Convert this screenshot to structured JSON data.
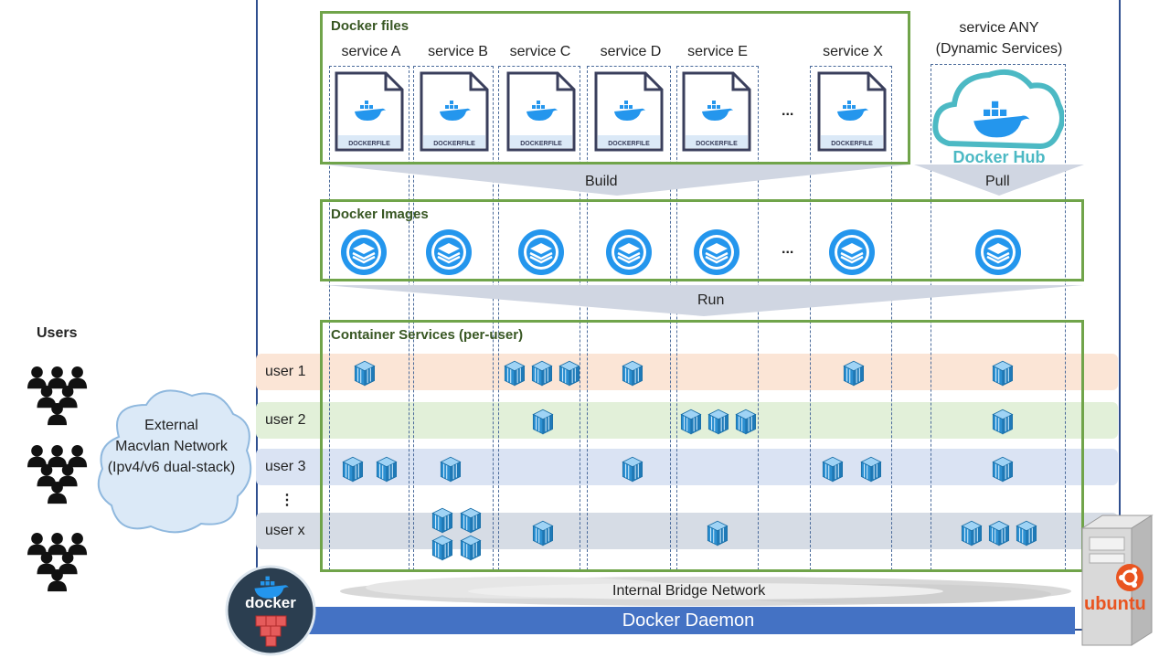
{
  "users": {
    "title": "Users"
  },
  "external_network": {
    "line1": "External",
    "line2": "Macvlan Network",
    "line3": "(Ipv4/v6 dual-stack)"
  },
  "docker_files": {
    "title": "Docker files",
    "services": [
      "service A",
      "service B",
      "service C",
      "service D",
      "service E",
      "service X"
    ],
    "ellipsis": "...",
    "file_label": "DOCKERFILE"
  },
  "service_any": {
    "line1": "service ANY",
    "line2": "(Dynamic Services)",
    "hub_label": "Docker Hub"
  },
  "arrows": {
    "build": "Build",
    "pull": "Pull",
    "run": "Run"
  },
  "docker_images": {
    "title": "Docker Images",
    "ellipsis": "..."
  },
  "containers": {
    "title": "Container Services (per-user)",
    "rows": [
      {
        "label": "user 1"
      },
      {
        "label": "user 2"
      },
      {
        "label": "user 3"
      },
      {
        "label": "⋮"
      },
      {
        "label": "user x"
      }
    ]
  },
  "bridge": {
    "label": "Internal Bridge Network"
  },
  "daemon": {
    "label": "Docker Daemon"
  },
  "docker_logo": {
    "label": "docker"
  },
  "ubuntu": {
    "label": "ubuntu"
  },
  "colors": {
    "row1": "#fbe5d6",
    "row2": "#e2f0d9",
    "row3": "#dae3f3",
    "rowx": "#d6dce5",
    "group_border": "#70a44a",
    "docker_blue": "#2496ed",
    "daemon_blue": "#4472c4",
    "ubuntu_orange": "#e95420"
  }
}
